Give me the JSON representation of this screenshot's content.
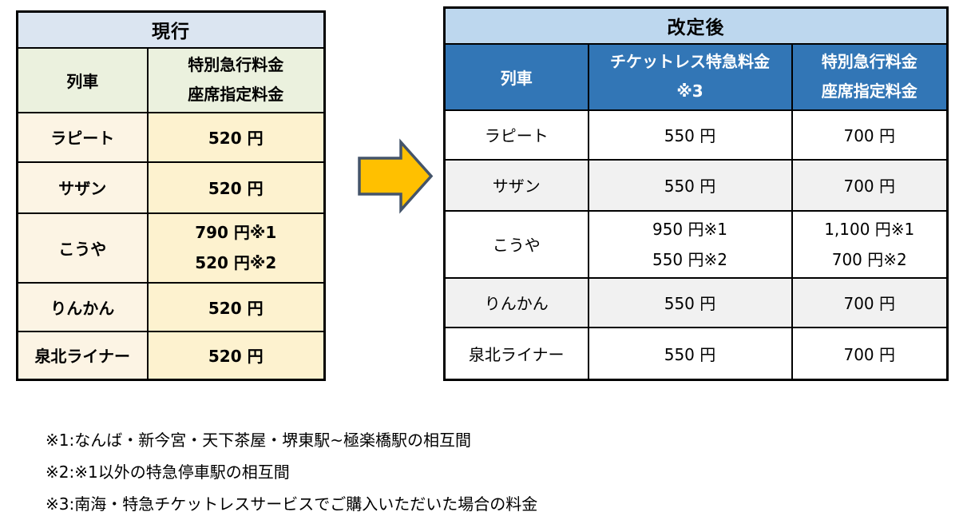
{
  "colors": {
    "left_title_bg": "#dbe5f1",
    "left_header_bg": "#ebf1de",
    "left_train_bg": "#fcf4e4",
    "left_fare_bg": "#fdf2cf",
    "right_title_bg": "#bdd7ee",
    "right_header_bg": "#3276b6",
    "right_alt_bg": "#f1f1f1",
    "arrow_fill": "#ffc000",
    "arrow_stroke": "#44546a",
    "border_color": "#000000"
  },
  "arrow_icon": "right-block-arrow",
  "left_table": {
    "title": "現行",
    "columns": {
      "train": "列車",
      "fare": [
        "特別急行料金",
        "座席指定料金"
      ]
    },
    "rows": [
      {
        "train": "ラピート",
        "fare": [
          "520 円"
        ]
      },
      {
        "train": "サザン",
        "fare": [
          "520 円"
        ]
      },
      {
        "train": "こうや",
        "fare": [
          "790 円※1",
          "520 円※2"
        ]
      },
      {
        "train": "りんかん",
        "fare": [
          "520 円"
        ]
      },
      {
        "train": "泉北ライナー",
        "fare": [
          "520 円"
        ]
      }
    ]
  },
  "right_table": {
    "title": "改定後",
    "columns": {
      "train": "列車",
      "ticketless": [
        "チケットレス特急料金",
        "※3"
      ],
      "reserved": [
        "特別急行料金",
        "座席指定料金"
      ]
    },
    "rows": [
      {
        "train": "ラピート",
        "ticketless": [
          "550 円"
        ],
        "reserved": [
          "700 円"
        ]
      },
      {
        "train": "サザン",
        "ticketless": [
          "550 円"
        ],
        "reserved": [
          "700 円"
        ]
      },
      {
        "train": "こうや",
        "ticketless": [
          "950 円※1",
          "550 円※2"
        ],
        "reserved": [
          "1,100 円※1",
          "700 円※2"
        ]
      },
      {
        "train": "りんかん",
        "ticketless": [
          "550 円"
        ],
        "reserved": [
          "700 円"
        ]
      },
      {
        "train": "泉北ライナー",
        "ticketless": [
          "550 円"
        ],
        "reserved": [
          "700 円"
        ]
      }
    ]
  },
  "notes": [
    "※1:なんば・新今宮・天下茶屋・堺東駅~極楽橋駅の相互間",
    "※2:※1以外の特急停車駅の相互間",
    "※3:南海・特急チケットレスサービスでご購入いただいた場合の料金"
  ]
}
